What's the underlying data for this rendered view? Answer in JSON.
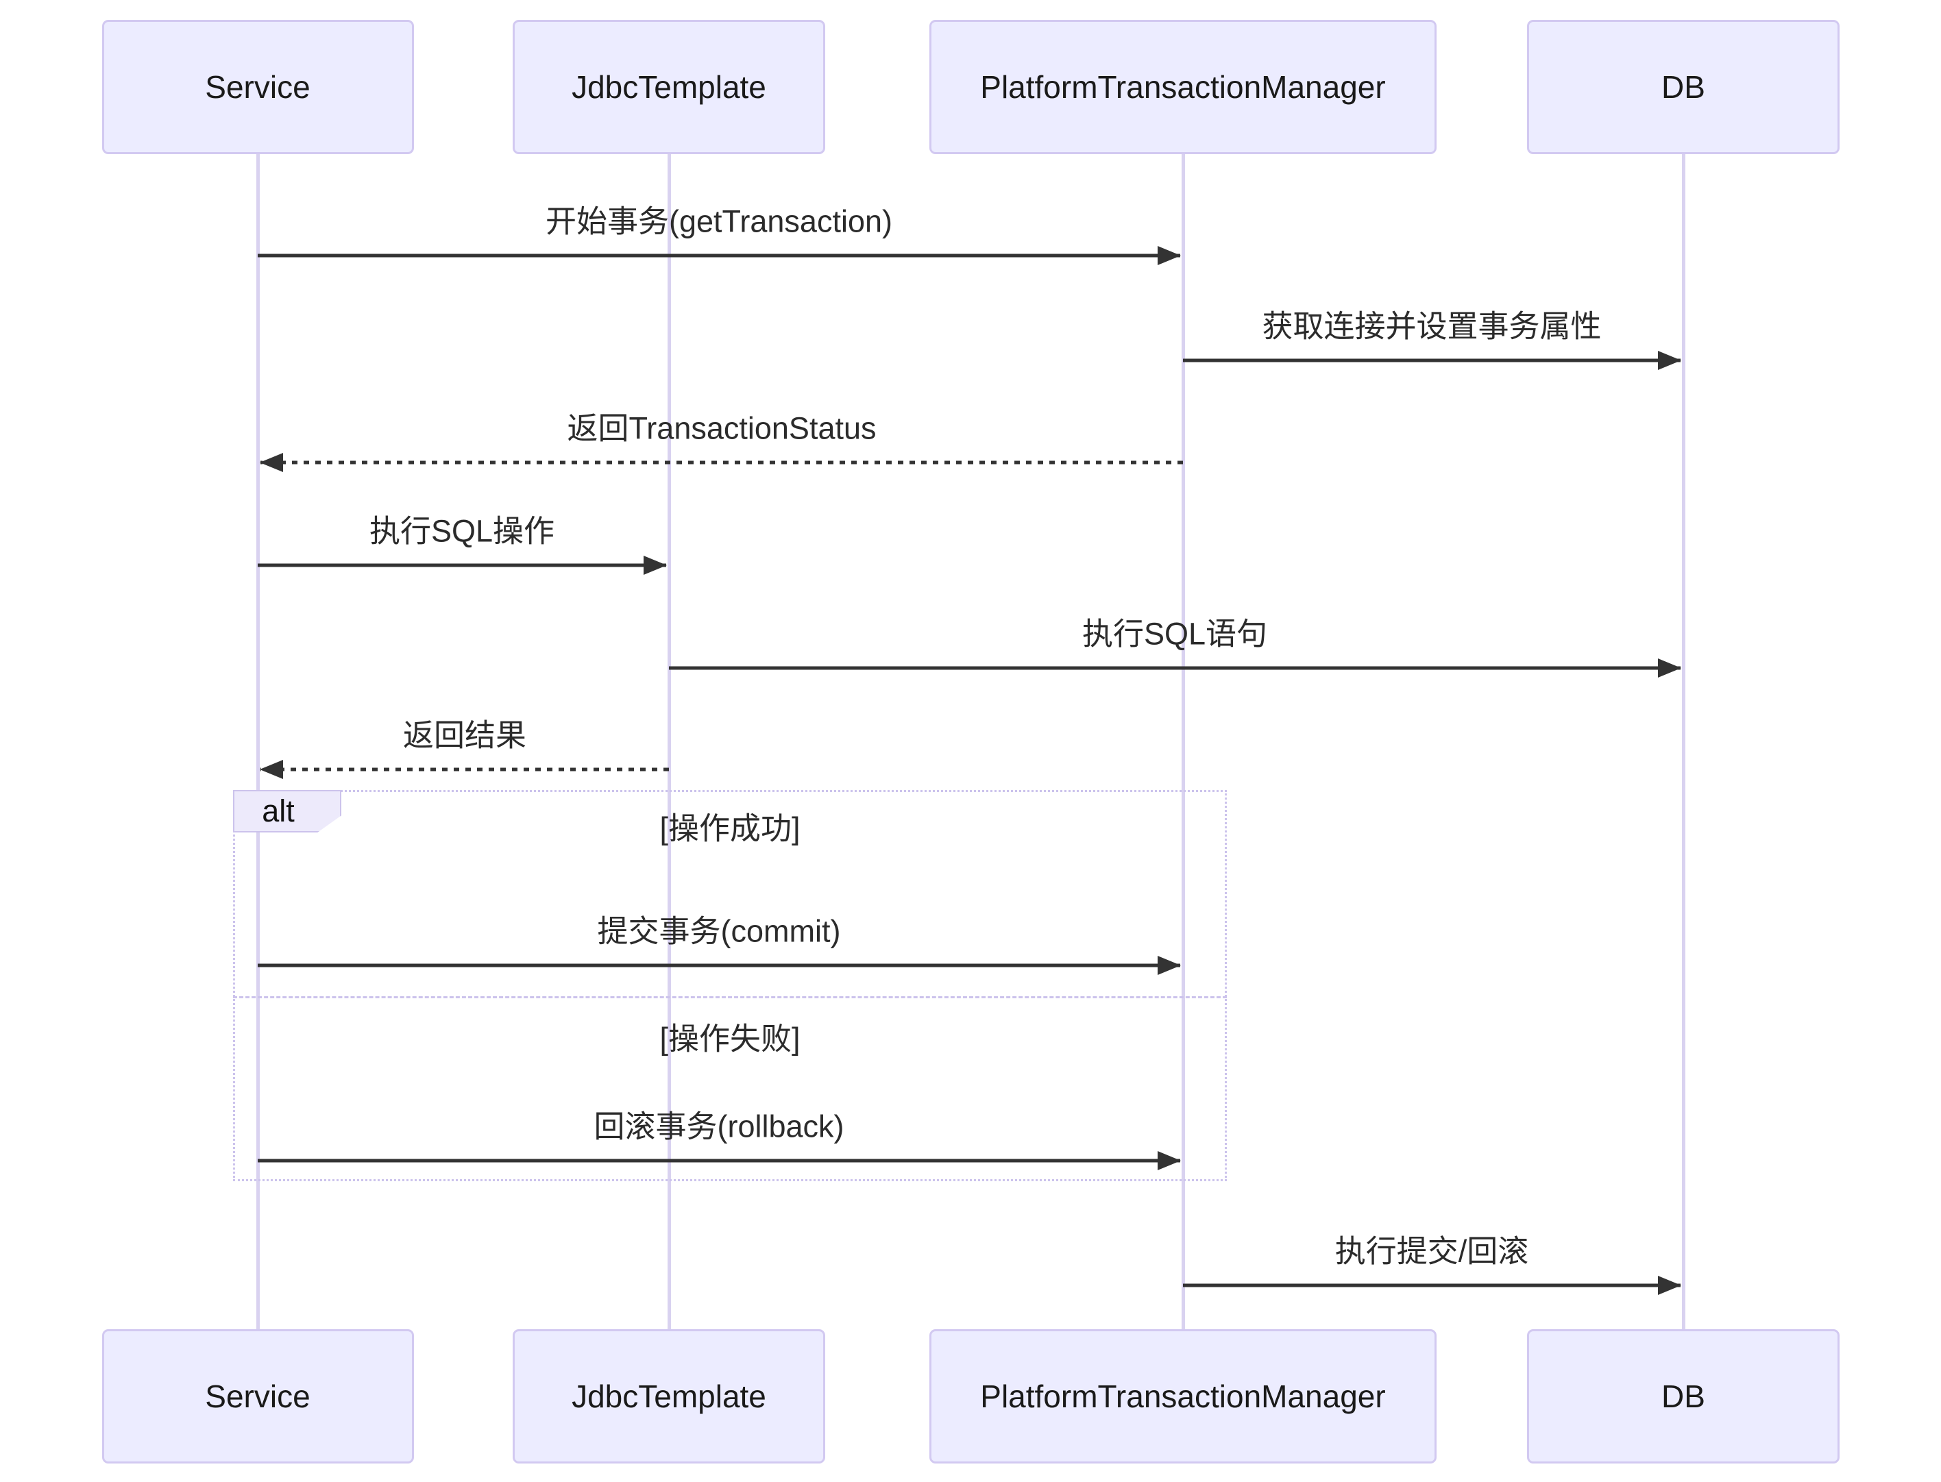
{
  "diagram": {
    "type": "sequence-diagram",
    "participants": [
      {
        "id": "service",
        "label": "Service"
      },
      {
        "id": "jdbc",
        "label": "JdbcTemplate"
      },
      {
        "id": "ptm",
        "label": "PlatformTransactionManager"
      },
      {
        "id": "db",
        "label": "DB"
      }
    ],
    "messages": [
      {
        "text": "开始事务(getTransaction)",
        "from": "service",
        "to": "ptm",
        "line": "solid"
      },
      {
        "text": "获取连接并设置事务属性",
        "from": "ptm",
        "to": "db",
        "line": "solid"
      },
      {
        "text": "返回TransactionStatus",
        "from": "ptm",
        "to": "service",
        "line": "dashed"
      },
      {
        "text": "执行SQL操作",
        "from": "service",
        "to": "jdbc",
        "line": "solid"
      },
      {
        "text": "执行SQL语句",
        "from": "jdbc",
        "to": "db",
        "line": "solid"
      },
      {
        "text": "返回结果",
        "from": "jdbc",
        "to": "service",
        "line": "dashed"
      },
      {
        "text": "提交事务(commit)",
        "from": "service",
        "to": "ptm",
        "line": "solid"
      },
      {
        "text": "回滚事务(rollback)",
        "from": "service",
        "to": "ptm",
        "line": "solid"
      },
      {
        "text": "执行提交/回滚",
        "from": "ptm",
        "to": "db",
        "line": "solid"
      }
    ],
    "alt_block": {
      "label": "alt",
      "conditions": [
        "[操作成功]",
        "[操作失败]"
      ]
    },
    "colors": {
      "actor_fill": "#ECECFF",
      "actor_border": "#D2C9F1",
      "lifeline": "#D9D2F0",
      "frame_border": "#CCC3EC",
      "label_fill": "#EDEAFB",
      "arrow": "#333333",
      "text": "#2b2b2b"
    }
  }
}
